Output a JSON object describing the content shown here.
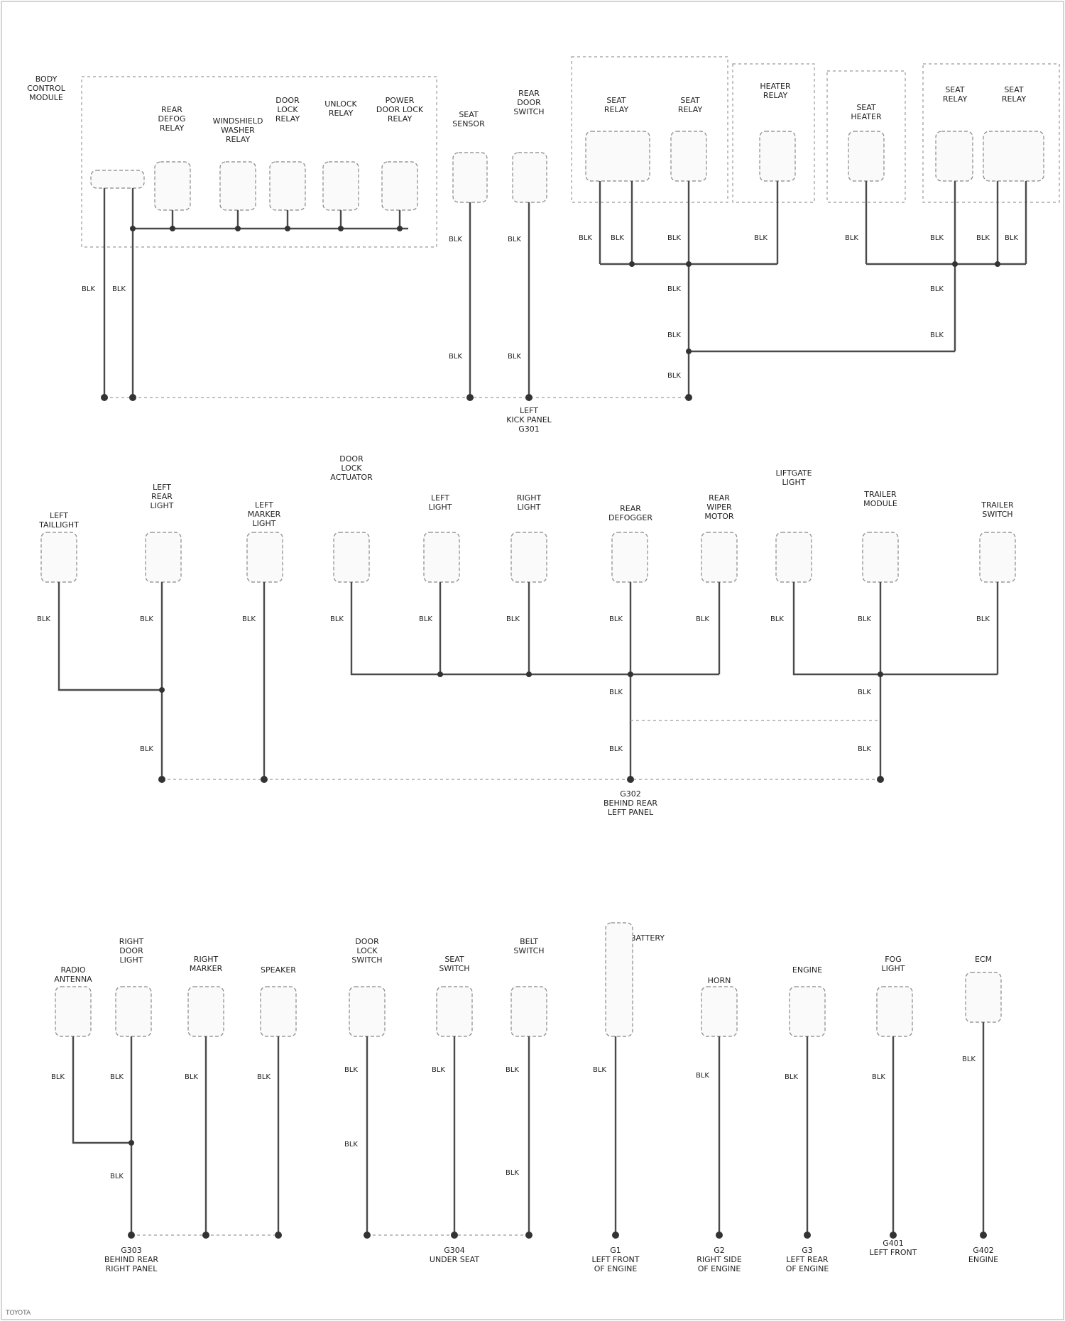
{
  "components": [
    {
      "id": "r1c1",
      "label": [
        "BODY",
        "CONTROL",
        "MODULE"
      ]
    },
    {
      "id": "r1c2",
      "label": [
        "REAR",
        "DEFOG",
        "RELAY"
      ]
    },
    {
      "id": "r1c3",
      "label": [
        "WINDSHIELD",
        "WASHER",
        "RELAY"
      ]
    },
    {
      "id": "r1c4",
      "label": [
        "DOOR",
        "LOCK",
        "RELAY"
      ]
    },
    {
      "id": "r1c5",
      "label": [
        "UNLOCK",
        "RELAY"
      ]
    },
    {
      "id": "r1c6",
      "label": [
        "POWER",
        "DOOR LOCK",
        "RELAY"
      ]
    },
    {
      "id": "r1c7",
      "label": [
        "SEAT",
        "SENSOR"
      ]
    },
    {
      "id": "r1c8",
      "label": [
        "REAR",
        "DOOR",
        "SWITCH"
      ]
    },
    {
      "id": "r1c9",
      "label": [
        "SEAT",
        "RELAY"
      ]
    },
    {
      "id": "r1c10",
      "label": [
        "SEAT",
        "RELAY"
      ]
    },
    {
      "id": "r1c11",
      "label": [
        "HEATER",
        "RELAY"
      ]
    },
    {
      "id": "r1c12",
      "label": [
        "SEAT",
        "HEATER"
      ]
    },
    {
      "id": "r1c13",
      "label": [
        "SEAT",
        "RELAY"
      ]
    },
    {
      "id": "r1c14",
      "label": [
        "SEAT",
        "RELAY"
      ]
    },
    {
      "id": "r2c1",
      "label": [
        "LEFT",
        "TAILLIGHT"
      ]
    },
    {
      "id": "r2c2",
      "label": [
        "LEFT",
        "REAR",
        "LIGHT"
      ]
    },
    {
      "id": "r2c3",
      "label": [
        "LEFT",
        "MARKER",
        "LIGHT"
      ]
    },
    {
      "id": "r2c4",
      "label": [
        "DOOR",
        "LOCK",
        "ACTUATOR"
      ]
    },
    {
      "id": "r2c5",
      "label": [
        "LEFT",
        "LIGHT"
      ]
    },
    {
      "id": "r2c6",
      "label": [
        "RIGHT",
        "LIGHT"
      ]
    },
    {
      "id": "r2c7",
      "label": [
        "REAR",
        "DEFOGGER"
      ]
    },
    {
      "id": "r2c8",
      "label": [
        "REAR",
        "WIPER",
        "MOTOR"
      ]
    },
    {
      "id": "r2c9",
      "label": [
        "LIFTGATE",
        "LIGHT"
      ]
    },
    {
      "id": "r2c10",
      "label": [
        "TRAILER",
        "MODULE"
      ]
    },
    {
      "id": "r2c11",
      "label": [
        "TRAILER",
        "SWITCH"
      ]
    },
    {
      "id": "r3c1",
      "label": [
        "RADIO",
        "ANTENNA"
      ]
    },
    {
      "id": "r3c2",
      "label": [
        "RIGHT",
        "DOOR",
        "LIGHT"
      ]
    },
    {
      "id": "r3c3",
      "label": [
        "RIGHT",
        "MARKER"
      ]
    },
    {
      "id": "r3c4",
      "label": [
        "SPEAKER"
      ]
    },
    {
      "id": "r3c5",
      "label": [
        "DOOR",
        "LOCK",
        "SWITCH"
      ]
    },
    {
      "id": "r3c6",
      "label": [
        "SEAT",
        "SWITCH"
      ]
    },
    {
      "id": "r3c7",
      "label": [
        "BELT",
        "SWITCH"
      ]
    },
    {
      "id": "r3c8",
      "label": [
        "BATTERY"
      ]
    },
    {
      "id": "r3c9",
      "label": [
        "HORN"
      ]
    },
    {
      "id": "r3c10",
      "label": [
        "ENGINE"
      ]
    },
    {
      "id": "r3c11",
      "label": [
        "FOG",
        "LIGHT"
      ]
    },
    {
      "id": "r3c12",
      "label": [
        "ECM"
      ]
    }
  ],
  "grounds": [
    {
      "id": "g1",
      "label": [
        "LEFT",
        "KICK PANEL",
        "G301"
      ]
    },
    {
      "id": "g2",
      "label": [
        "G302",
        "BEHIND REAR",
        "LEFT PANEL"
      ]
    },
    {
      "id": "g3",
      "label": [
        "G303",
        "BEHIND REAR",
        "RIGHT PANEL"
      ]
    },
    {
      "id": "g4",
      "label": [
        "G304",
        "UNDER SEAT"
      ]
    },
    {
      "id": "g5",
      "label": [
        "G1",
        "LEFT FRONT",
        "OF ENGINE"
      ]
    },
    {
      "id": "g6",
      "label": [
        "G2",
        "RIGHT SIDE",
        "OF ENGINE"
      ]
    },
    {
      "id": "g7",
      "label": [
        "G3",
        "LEFT REAR",
        "OF ENGINE"
      ]
    },
    {
      "id": "g8",
      "label": [
        "G401",
        "LEFT FRONT"
      ]
    },
    {
      "id": "g9",
      "label": [
        "G402",
        "ENGINE"
      ]
    }
  ],
  "wire_label": "BLK",
  "footer": "TOYOTA"
}
